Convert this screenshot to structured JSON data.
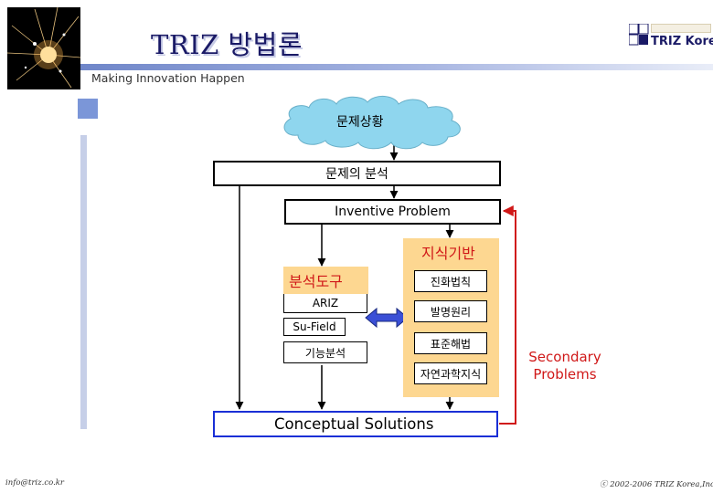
{
  "header": {
    "title": "TRIZ 방법론",
    "tagline": "Making Innovation Happen",
    "logo_text": "TRIZ Korea"
  },
  "diagram": {
    "problem_situation": "문제상황",
    "problem_analysis": "문제의 분석",
    "inventive_problem": "Inventive Problem",
    "knowledge_base": {
      "title": "지식기반",
      "items": [
        "진화법칙",
        "발명원리",
        "표준해법",
        "자연과학지식"
      ]
    },
    "analysis_tools": {
      "title": "분석도구",
      "items": [
        "ARIZ",
        "Su-Field",
        "기능분석"
      ]
    },
    "conceptual_solutions": "Conceptual Solutions",
    "secondary_problems": [
      "Secondary",
      "Problems"
    ]
  },
  "footer": {
    "email": "info@triz.co.kr",
    "copyright": "ⓒ 2002-2006 TRIZ Korea,Inc."
  },
  "colors": {
    "title": "#1a1a66",
    "accent_red": "#d01818",
    "box_yellow": "#fdd791",
    "cloud": "#8fd6ee",
    "solutions_border": "#1a2fd6"
  }
}
